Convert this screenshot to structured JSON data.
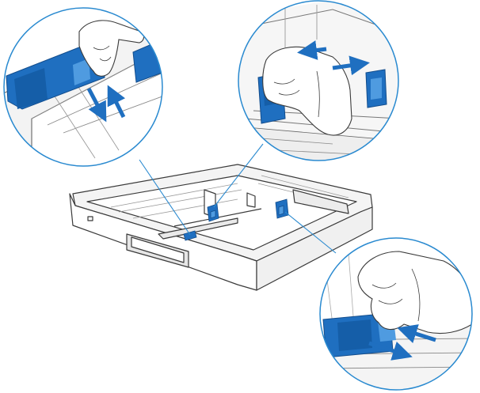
{
  "illustration": {
    "subject": "paper-tray-guide-adjustment",
    "callouts": [
      "rear-length-guide",
      "width-guides-top",
      "width-guides-bottom"
    ],
    "arrows": [
      "down",
      "up",
      "left",
      "right",
      "right",
      "left"
    ],
    "colors": {
      "guide_blue": "#1f6fc0",
      "guide_blue_dark": "#134d8c",
      "guide_blue_light": "#4f9be0",
      "leader": "#2a8ad0",
      "outline": "#3a3a3a",
      "tray_fill": "#ffffff",
      "shade": "#e6e6e6"
    }
  }
}
